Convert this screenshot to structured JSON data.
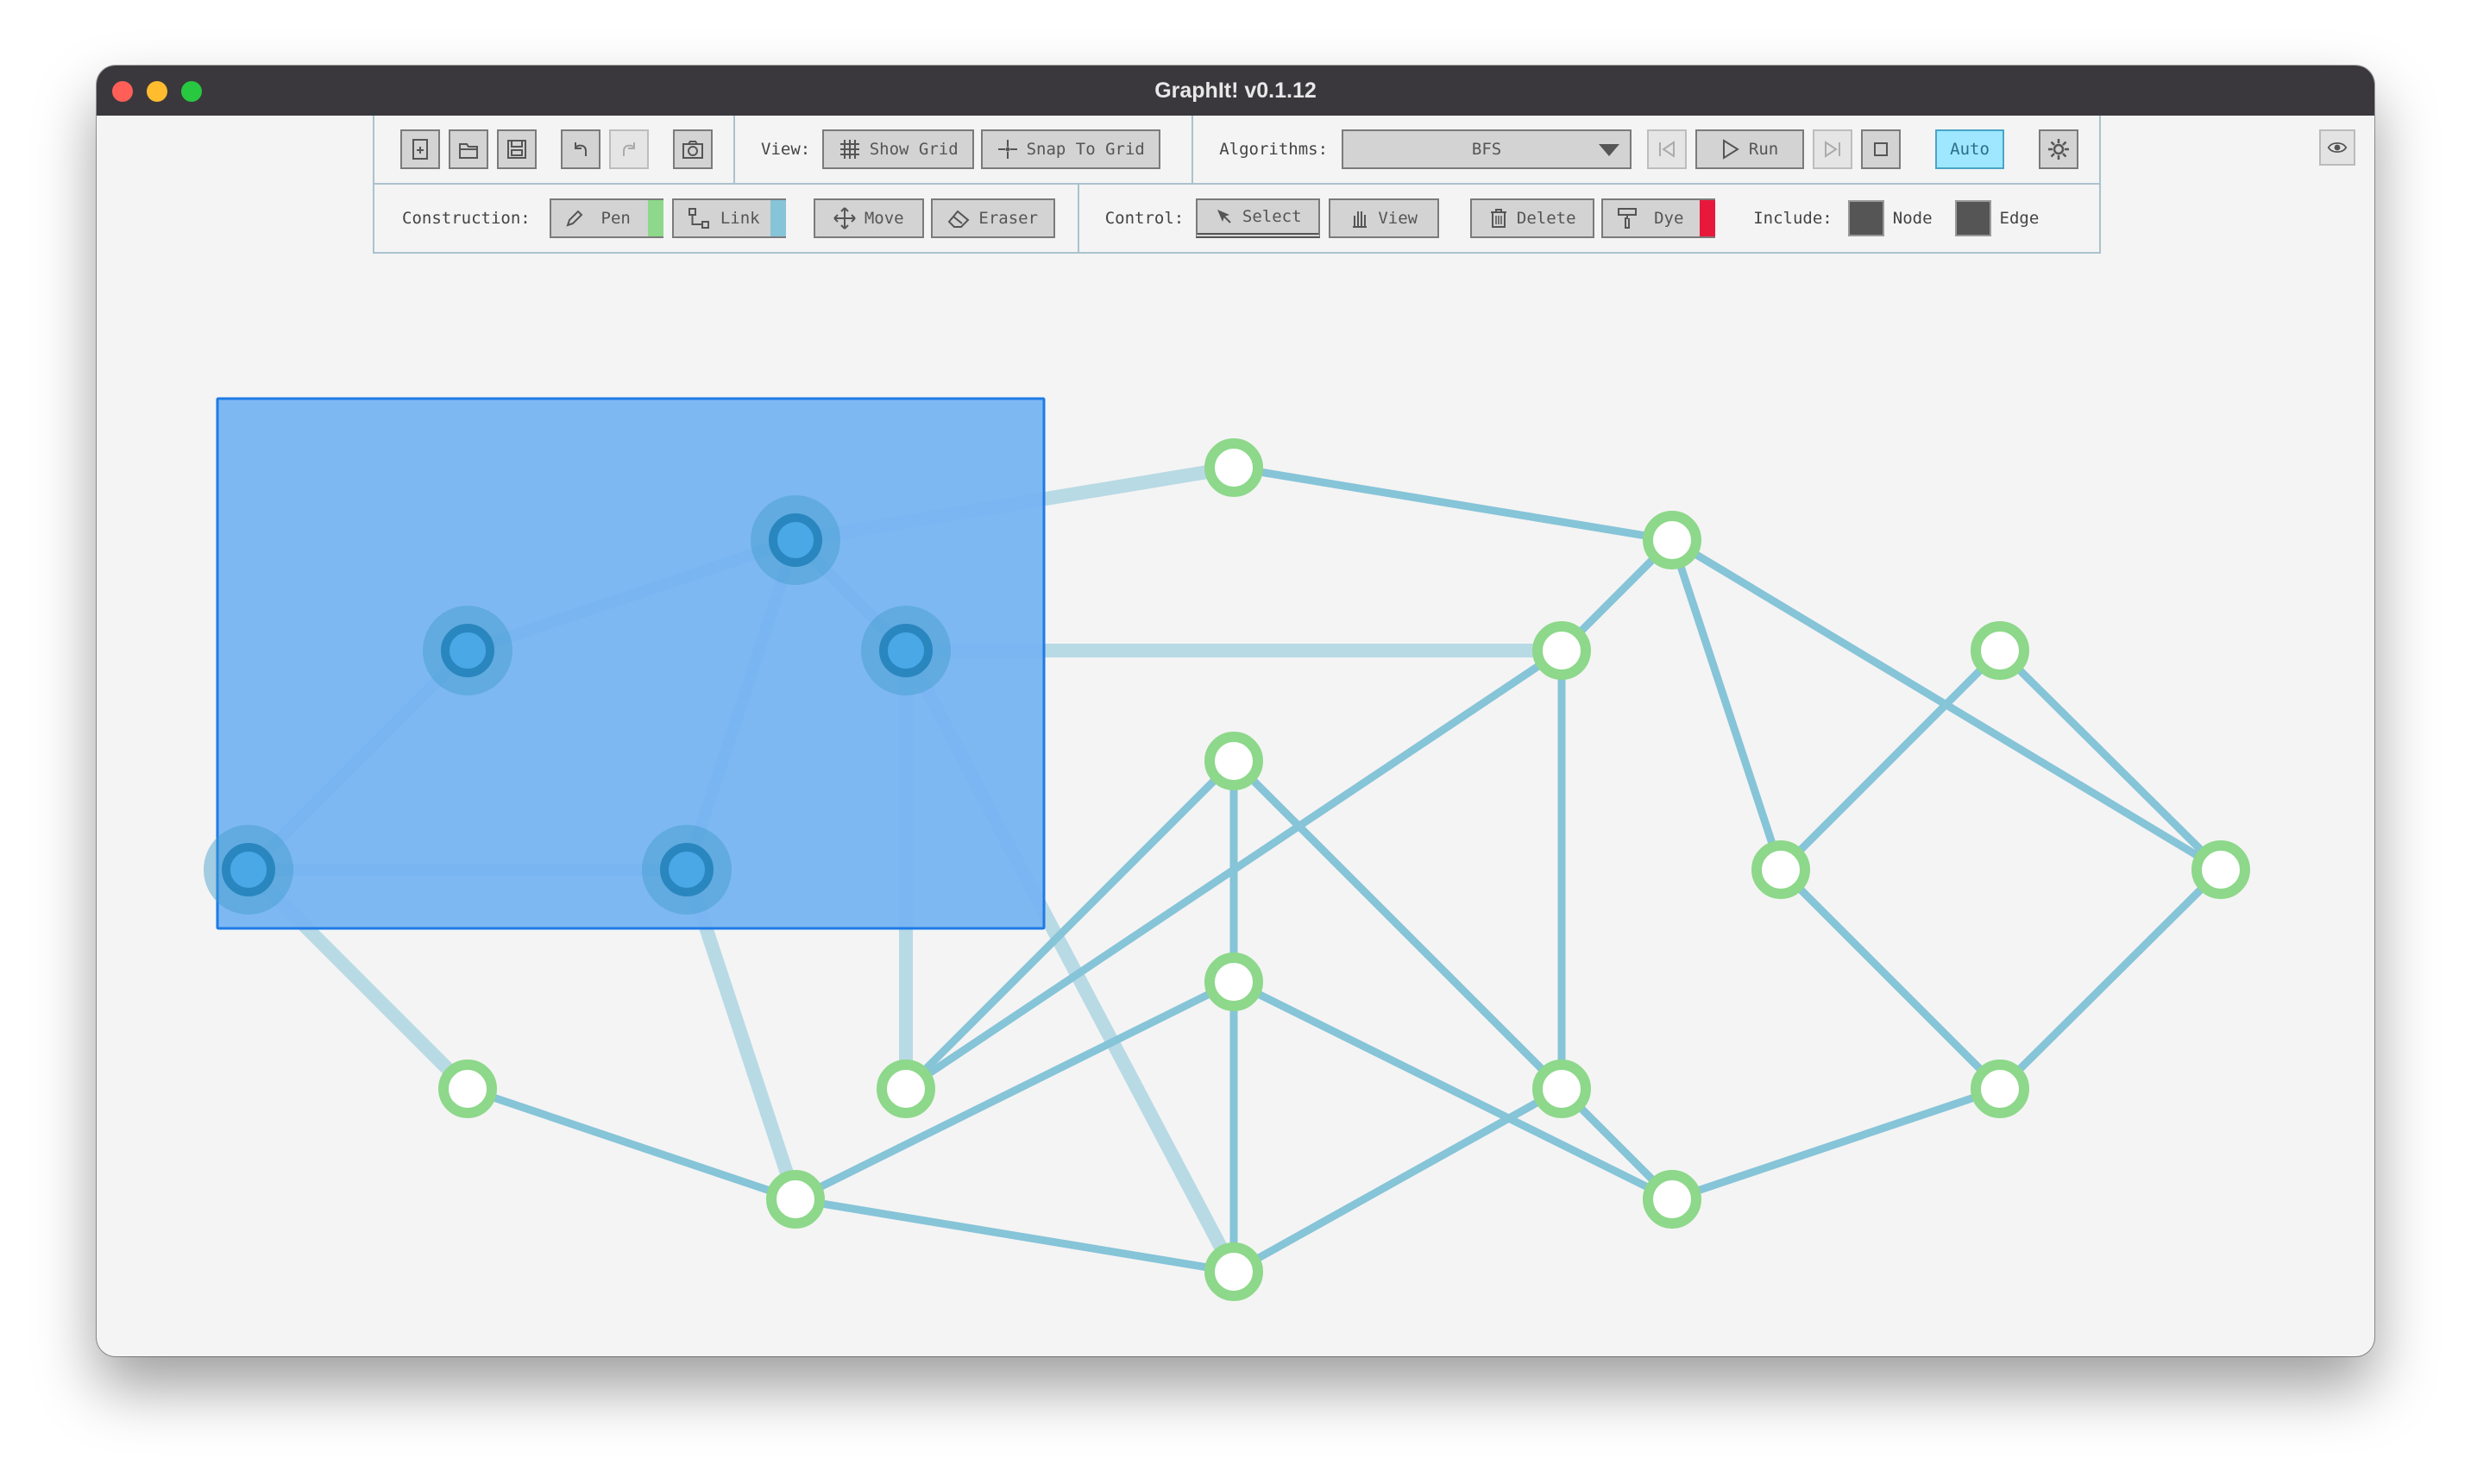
{
  "window": {
    "title": "GraphIt! v0.1.12"
  },
  "toolbar": {
    "view_label": "View:",
    "show_grid": "Show Grid",
    "snap_to_grid": "Snap To Grid",
    "algorithms_label": "Algorithms:",
    "algorithm_selected": "BFS",
    "run": "Run",
    "auto": "Auto",
    "construction_label": "Construction:",
    "pen": "Pen",
    "link": "Link",
    "move": "Move",
    "eraser": "Eraser",
    "control_label": "Control:",
    "select": "Select",
    "view": "View",
    "delete": "Delete",
    "dye": "Dye",
    "include_label": "Include:",
    "include_node": "Node",
    "include_edge": "Edge"
  },
  "icons": {
    "file": [
      "new-file-icon",
      "open-file-icon",
      "save-icon"
    ],
    "history": [
      "undo-icon",
      "redo-icon"
    ],
    "other": [
      "camera-icon",
      "grid-icon",
      "crosshair-icon",
      "pencil-icon",
      "link-icon",
      "move-icon",
      "eraser-icon",
      "cursor-icon",
      "hand-icon",
      "trash-icon",
      "paint-roller-icon",
      "step-back-icon",
      "play-icon",
      "step-forward-icon",
      "stop-icon",
      "gear-icon",
      "eye-icon"
    ]
  },
  "colors": {
    "node_outline": "#8dd88a",
    "edge": "#86c4d8",
    "selection_fill": "#77b4f2",
    "selection_border": "#1e7be6",
    "pen_accent": "#8dd88a",
    "link_accent": "#86c4d8",
    "dye_accent": "#e8183c",
    "auto_active": "#9ee7ff"
  },
  "graph": {
    "selection_rect": true,
    "nodes": [
      {
        "id": "n1",
        "selected": true
      },
      {
        "id": "n2",
        "selected": true
      },
      {
        "id": "n3",
        "selected": true
      },
      {
        "id": "n4",
        "selected": true
      },
      {
        "id": "n5",
        "selected": true
      },
      {
        "id": "n6",
        "selected": false
      },
      {
        "id": "n7",
        "selected": false
      },
      {
        "id": "n8",
        "selected": false
      },
      {
        "id": "n9",
        "selected": false
      },
      {
        "id": "n10",
        "selected": false
      },
      {
        "id": "n11",
        "selected": false
      },
      {
        "id": "n12",
        "selected": false
      },
      {
        "id": "n13",
        "selected": false
      },
      {
        "id": "n14",
        "selected": false
      },
      {
        "id": "n15",
        "selected": false
      },
      {
        "id": "n16",
        "selected": false
      },
      {
        "id": "n17",
        "selected": false
      },
      {
        "id": "n18",
        "selected": false
      },
      {
        "id": "n19",
        "selected": false
      },
      {
        "id": "n20",
        "selected": false
      }
    ],
    "edges": [
      [
        "n1",
        "n2"
      ],
      [
        "n1",
        "n4"
      ],
      [
        "n2",
        "n3"
      ],
      [
        "n3",
        "n4"
      ],
      [
        "n3",
        "n5"
      ],
      [
        "n3",
        "n6"
      ],
      [
        "n5",
        "n12"
      ],
      [
        "n5",
        "n9"
      ],
      [
        "n5",
        "n15"
      ],
      [
        "n1",
        "n7"
      ],
      [
        "n4",
        "n8"
      ],
      [
        "n7",
        "n8"
      ],
      [
        "n8",
        "n15"
      ],
      [
        "n8",
        "n20"
      ],
      [
        "n6",
        "n10"
      ],
      [
        "n10",
        "n12"
      ],
      [
        "n10",
        "n13"
      ],
      [
        "n10",
        "n17"
      ],
      [
        "n12",
        "n9"
      ],
      [
        "n12",
        "n16"
      ],
      [
        "n9",
        "n14"
      ],
      [
        "n14",
        "n15"
      ],
      [
        "n14",
        "n16"
      ],
      [
        "n15",
        "n16"
      ],
      [
        "n16",
        "n19"
      ],
      [
        "n13",
        "n11"
      ],
      [
        "n13",
        "n18"
      ],
      [
        "n11",
        "n17"
      ],
      [
        "n18",
        "n17"
      ],
      [
        "n18",
        "n19"
      ],
      [
        "n19",
        "n20"
      ]
    ]
  }
}
